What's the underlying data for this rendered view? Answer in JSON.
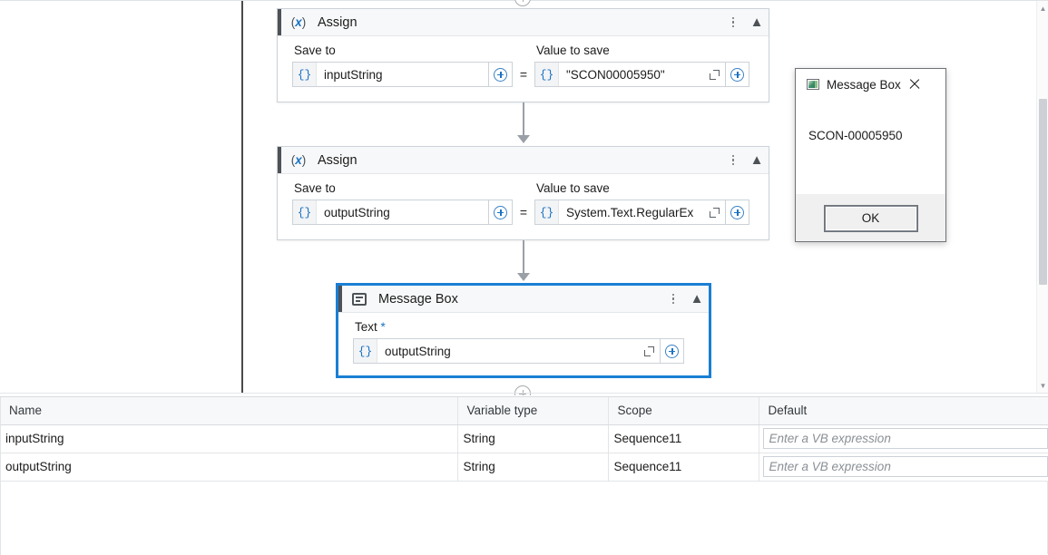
{
  "designer": {
    "activities": [
      {
        "title": "Assign",
        "icon": "assign-variable-icon",
        "selected": false,
        "fields": [
          {
            "label": "Save to",
            "value": "inputString",
            "icon": "braces-icon",
            "has_expand": false
          },
          {
            "label": "Value to save",
            "value": "\"SCON00005950\"",
            "icon": "braces-icon",
            "has_expand": true
          }
        ],
        "operator": "=",
        "menu_icon": "kebab-menu-icon",
        "collapse_icon": "chevron-up-double-icon"
      },
      {
        "title": "Assign",
        "icon": "assign-variable-icon",
        "selected": false,
        "fields": [
          {
            "label": "Save to",
            "value": "outputString",
            "icon": "braces-icon",
            "has_expand": false
          },
          {
            "label": "Value to save",
            "value": "System.Text.RegularEx",
            "icon": "braces-icon",
            "has_expand": true
          }
        ],
        "operator": "=",
        "menu_icon": "kebab-menu-icon",
        "collapse_icon": "chevron-up-double-icon"
      },
      {
        "title": "Message Box",
        "icon": "message-box-icon",
        "selected": true,
        "fields": [
          {
            "label": "Text",
            "required_marker": "*",
            "value": "outputString",
            "icon": "braces-icon",
            "has_expand": true
          }
        ],
        "menu_icon": "kebab-menu-icon",
        "collapse_icon": "chevron-up-double-icon"
      }
    ],
    "braces_glyph": "{}",
    "scrollbar": {
      "up_icon": "chevron-up-icon",
      "down_icon": "chevron-down-icon"
    },
    "selection_color": "#1a7fd4",
    "accent_color": "#1a72c4"
  },
  "dialog": {
    "title": "Message Box",
    "app_icon": "application-window-icon",
    "close_icon": "close-icon",
    "message": "SCON-00005950",
    "ok_label": "OK"
  },
  "variables_panel": {
    "columns": [
      "Name",
      "Variable type",
      "Scope",
      "Default"
    ],
    "rows": [
      {
        "name": "inputString",
        "type": "String",
        "scope": "Sequence11",
        "default_placeholder": "Enter a VB expression"
      },
      {
        "name": "outputString",
        "type": "String",
        "scope": "Sequence11",
        "default_placeholder": "Enter a VB expression"
      }
    ]
  }
}
